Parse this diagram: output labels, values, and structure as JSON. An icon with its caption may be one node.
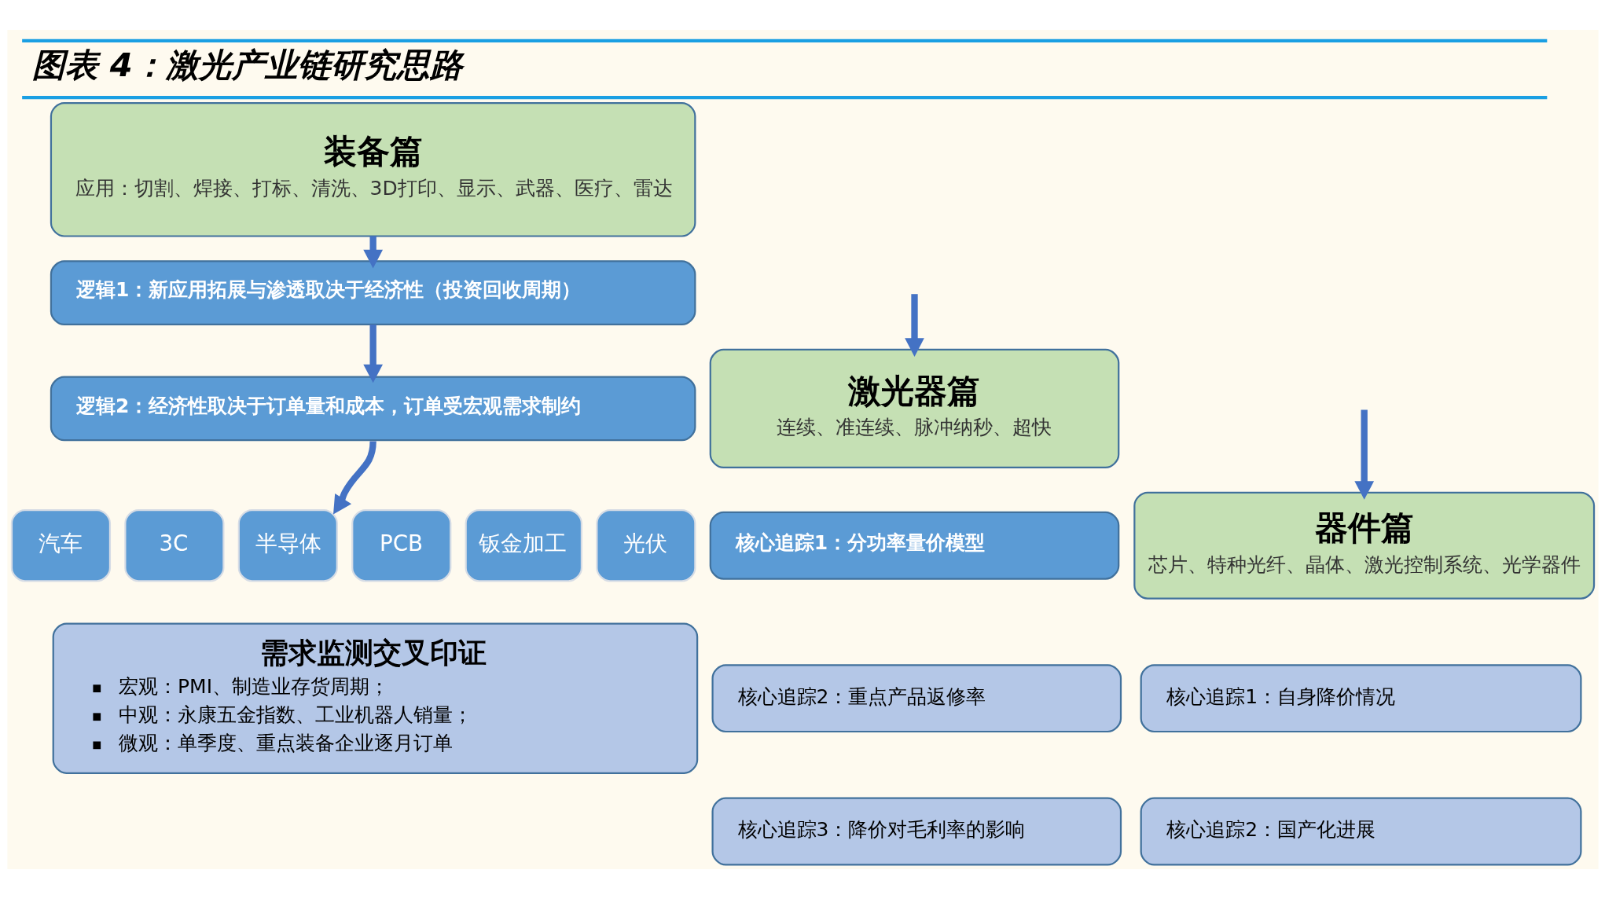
{
  "diagram": {
    "title": "图表 4：激光产业链研究思路",
    "nodes": [
      {
        "text": [
          "装备篇",
          "应用：切割、焊接、打标、清洗、3D打印、显示、武器、医疗、雷达"
        ]
      },
      {
        "text": [
          "逻辑1：新应用拓展与渗透取决于经济性（投资回收周期）"
        ]
      },
      {
        "text": [
          "逻辑2：经济性取决于订单量和成本，订单受宏观需求制约"
        ]
      },
      {
        "text": [
          "汽车"
        ]
      },
      {
        "text": [
          "3C"
        ]
      },
      {
        "text": [
          "半导体"
        ]
      },
      {
        "text": [
          "PCB"
        ]
      },
      {
        "text": [
          "钣金加工"
        ]
      },
      {
        "text": [
          "光伏"
        ]
      },
      {
        "text": [
          "需求监测交叉印证",
          "宏观：PMI、制造业存货周期；",
          "中观：永康五金指数、工业机器人销量；",
          "微观：单季度、重点装备企业逐月订单"
        ]
      },
      {
        "text": [
          "激光器篇",
          "连续、准连续、脉冲纳秒、超快"
        ]
      },
      {
        "text": [
          "核心追踪1：分功率量价模型"
        ]
      },
      {
        "text": [
          "核心追踪2：重点产品返修率"
        ]
      },
      {
        "text": [
          "核心追踪3：降价对毛利率的影响"
        ]
      },
      {
        "text": [
          "器件篇",
          "芯片、特种光纤、晶体、激光控制系统、光学器件"
        ]
      },
      {
        "text": [
          "核心追踪1：自身降价情况"
        ]
      },
      {
        "text": [
          "核心追踪2：国产化进展"
        ]
      }
    ],
    "edges": [
      {
        "from": 0,
        "to": 1,
        "arrow": "to"
      },
      {
        "from": 1,
        "to": 2,
        "arrow": "to"
      },
      {
        "from": 2,
        "to": 5,
        "arrow": "to"
      },
      {
        "from": null,
        "to": 10,
        "arrow": "to"
      },
      {
        "from": null,
        "to": 14,
        "arrow": "to"
      }
    ]
  }
}
